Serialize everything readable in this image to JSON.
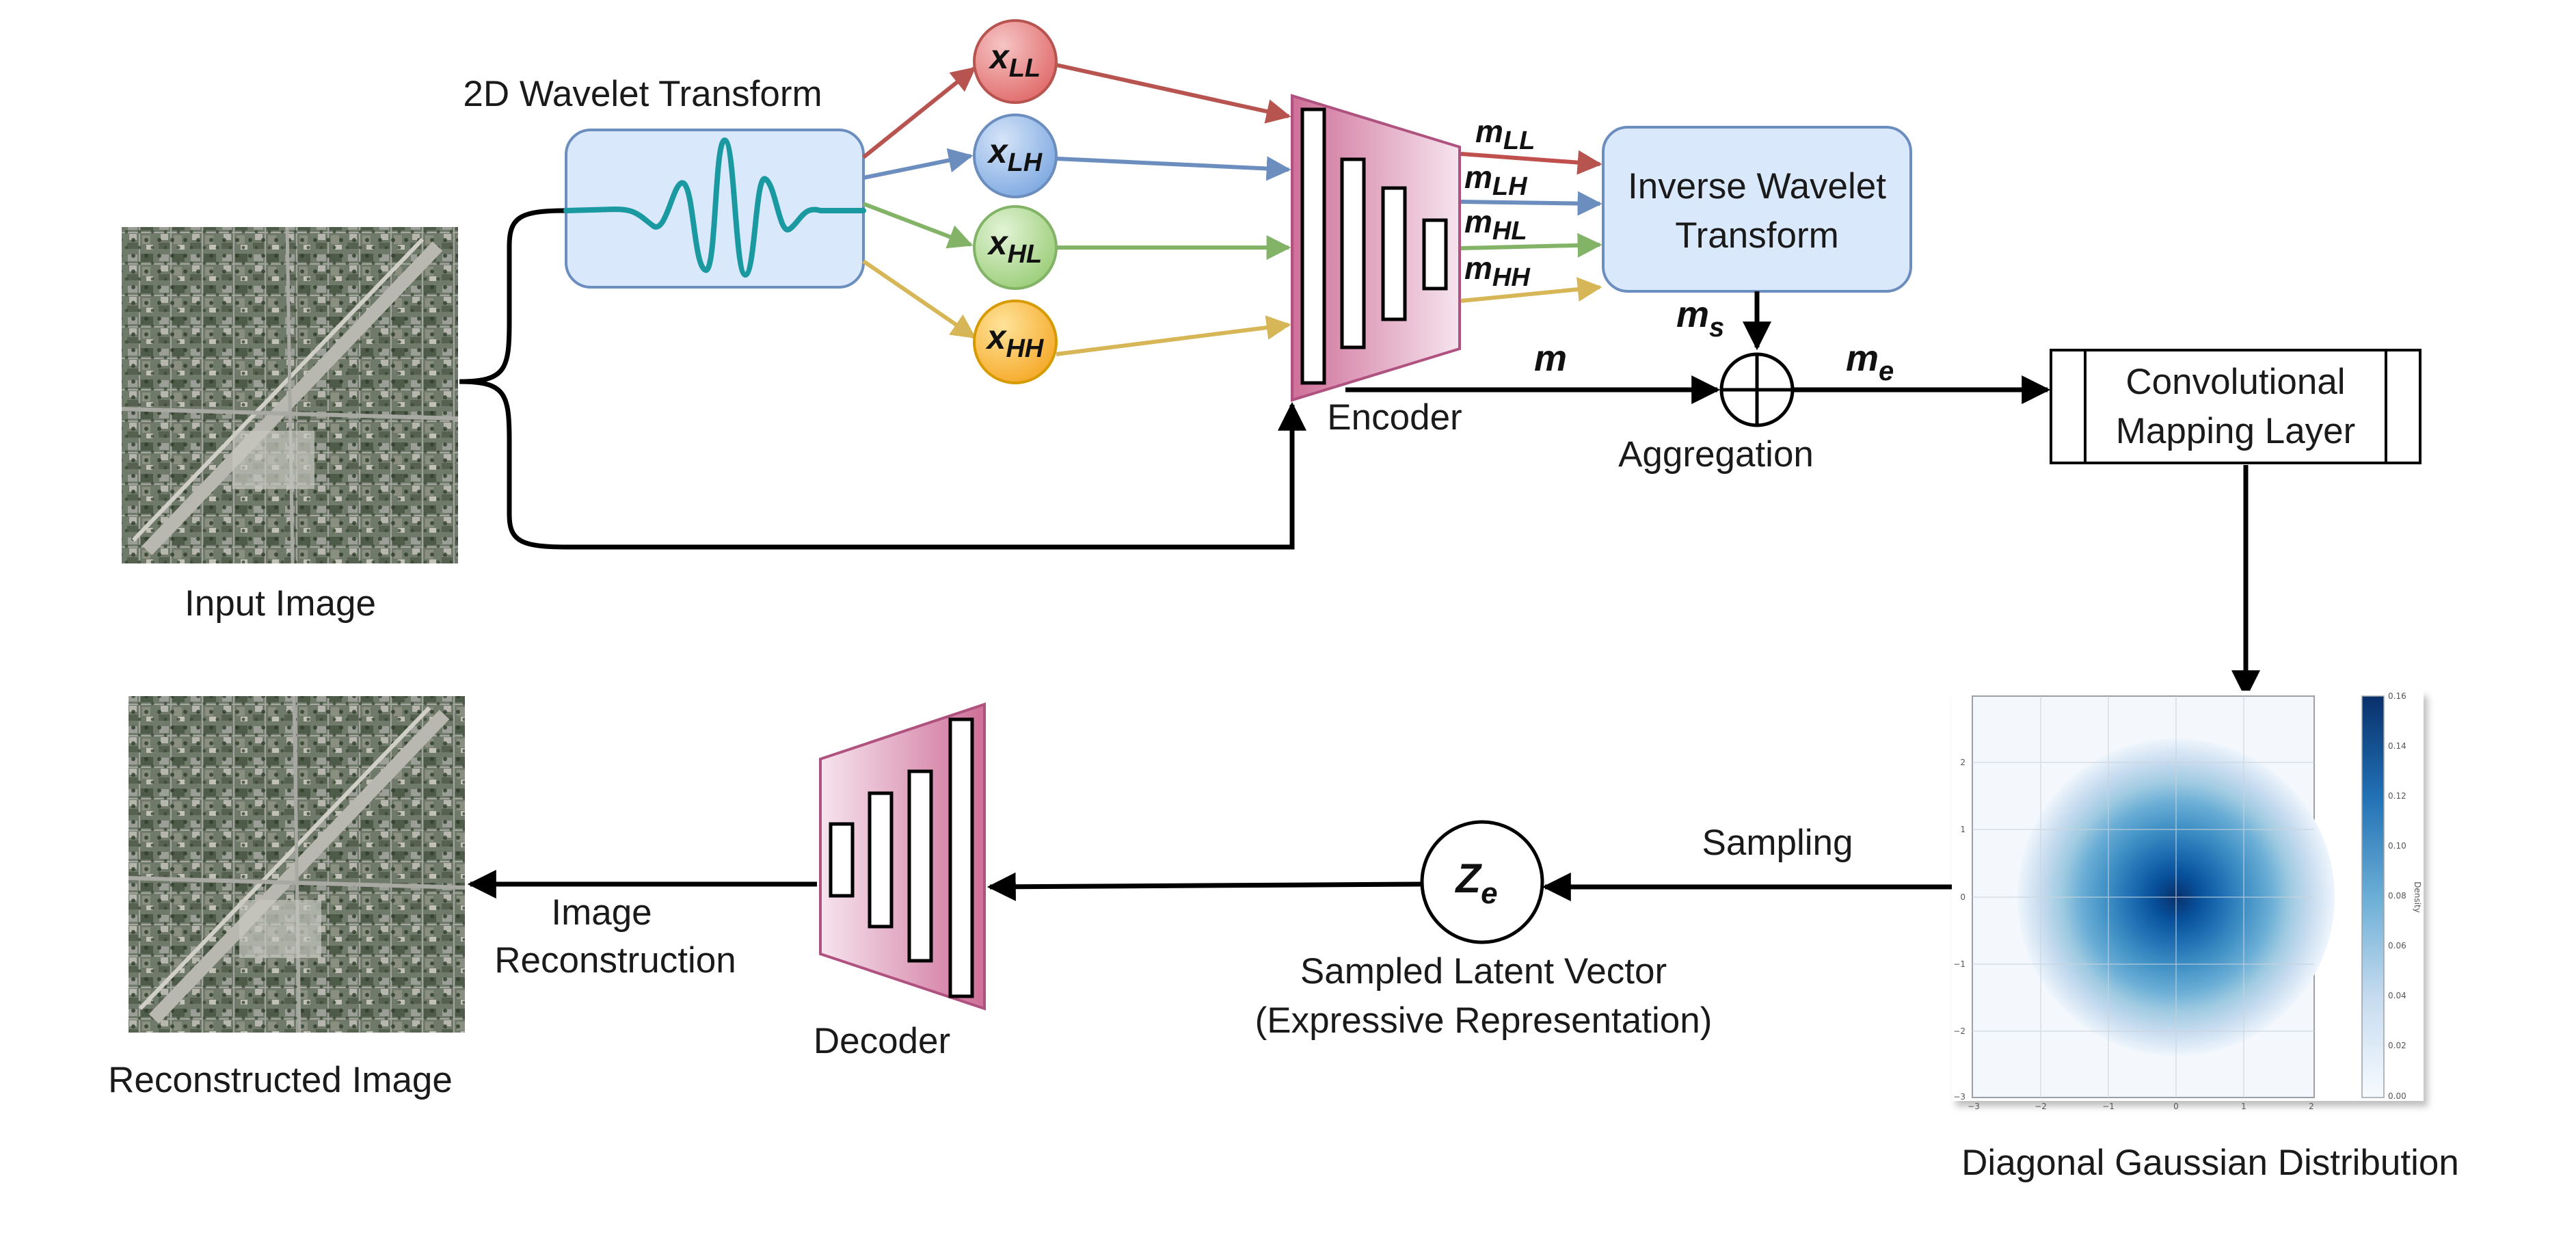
{
  "labels": {
    "wavelet_transform": "2D Wavelet Transform",
    "input_image": "Input Image",
    "encoder": "Encoder",
    "inverse_wavelet_line1": "Inverse Wavelet",
    "inverse_wavelet_line2": "Transform",
    "aggregation": "Aggregation",
    "conv_line1": "Convolutional",
    "conv_line2": "Mapping Layer",
    "diag_gaussian": "Diagonal Gaussian Distribution",
    "sampling": "Sampling",
    "sampled_line1": "Sampled Latent Vector",
    "sampled_line2": "(Expressive Representation)",
    "decoder": "Decoder",
    "image_recon_line1": "Image",
    "image_recon_line2": "Reconstruction",
    "reconstructed_image": "Reconstructed Image"
  },
  "subbands": [
    {
      "base": "x",
      "sub": "LL",
      "color": "#e3696a",
      "dark": "#b33a3a"
    },
    {
      "base": "x",
      "sub": "LH",
      "color": "#7aa6e0",
      "dark": "#4a72b0"
    },
    {
      "base": "x",
      "sub": "HL",
      "color": "#9fd07e",
      "dark": "#5f9a44"
    },
    {
      "base": "x",
      "sub": "HH",
      "color": "#f7b733",
      "dark": "#c48a12"
    }
  ],
  "encoder_outputs": [
    {
      "base": "m",
      "sub": "LL",
      "color": "#c0504d"
    },
    {
      "base": "m",
      "sub": "LH",
      "color": "#6c8ebf"
    },
    {
      "base": "m",
      "sub": "HL",
      "color": "#82b366"
    },
    {
      "base": "m",
      "sub": "HH",
      "color": "#d6b656"
    }
  ],
  "symbols": {
    "m": "m",
    "ms_base": "m",
    "ms_sub": "s",
    "me_base": "m",
    "me_sub": "e",
    "ze_base": "Z",
    "ze_sub": "e"
  },
  "colorbar_ticks": [
    "0.16",
    "0.14",
    "0.12",
    "0.10",
    "0.08",
    "0.06",
    "0.04",
    "0.02",
    "0.00"
  ],
  "colorbar_label": "Density",
  "gaussian_axis_ticks_y": [
    "2",
    "1",
    "0",
    "−1",
    "−2",
    "−3"
  ],
  "gaussian_axis_ticks_x": [
    "−3",
    "−2",
    "−1",
    "0",
    "1",
    "2"
  ],
  "colors": {
    "wavelet_box_fill": "#dae8fc",
    "wavelet_box_stroke": "#6c8ebf",
    "wavelet_curve": "#1a9aa0",
    "trapezoid_light": "#f6e4ee",
    "trapezoid_dark": "#cf6f98",
    "density_peak": "#08306b"
  }
}
